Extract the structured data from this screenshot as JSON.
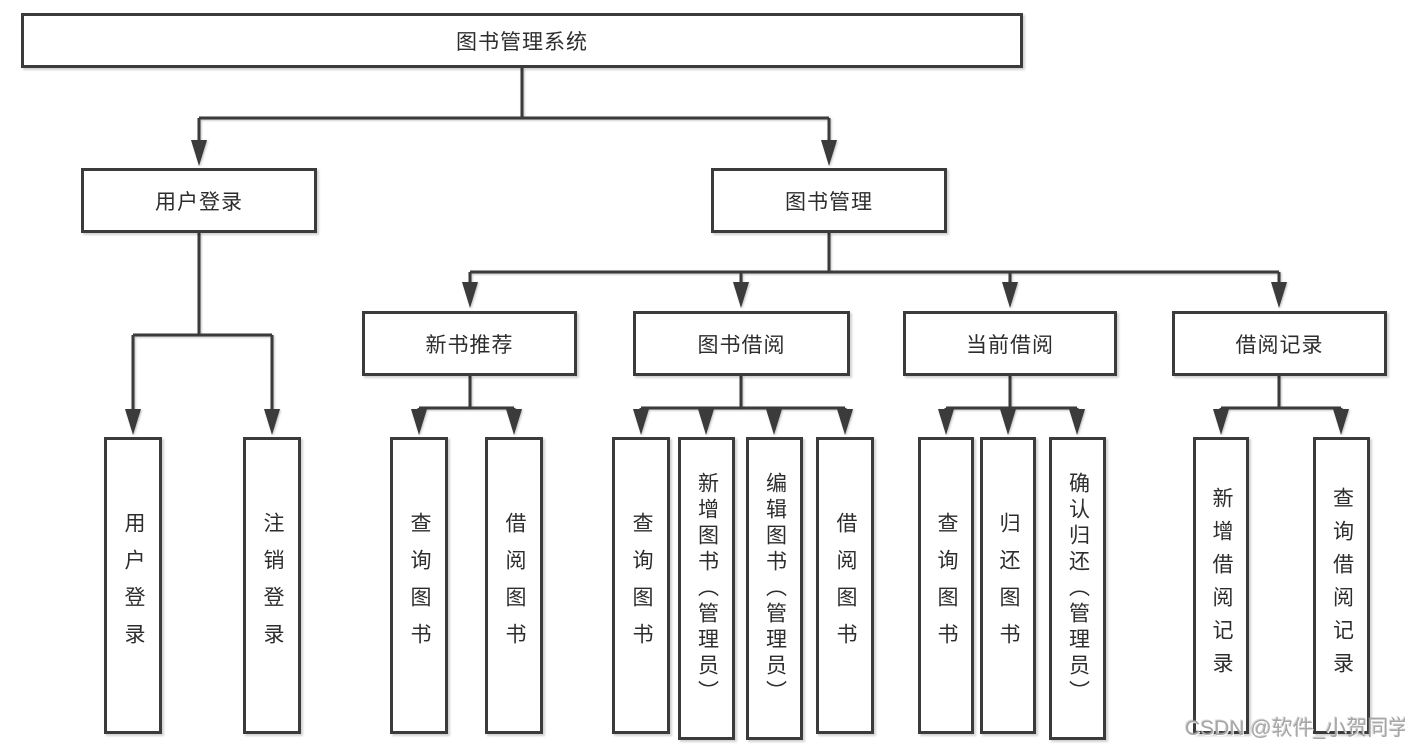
{
  "diagram": {
    "title": "图书管理系统",
    "root": {
      "label": "图书管理系统"
    },
    "level2": [
      {
        "id": "user-login",
        "label": "用户登录"
      },
      {
        "id": "book-management",
        "label": "图书管理"
      }
    ],
    "level3": [
      {
        "id": "new-book-recommend",
        "label": "新书推荐"
      },
      {
        "id": "book-borrowing",
        "label": "图书借阅"
      },
      {
        "id": "current-borrowing",
        "label": "当前借阅"
      },
      {
        "id": "borrowing-records",
        "label": "借阅记录"
      }
    ],
    "leaves": [
      {
        "id": "user-login-leaf",
        "parent": "user-login",
        "label": "用户登录"
      },
      {
        "id": "logout",
        "parent": "user-login",
        "label": "注销登录"
      },
      {
        "id": "query-books-newrec",
        "parent": "new-book-recommend",
        "label": "查询图书"
      },
      {
        "id": "borrow-books-newrec",
        "parent": "new-book-recommend",
        "label": "借阅图书"
      },
      {
        "id": "query-books-borrow",
        "parent": "book-borrowing",
        "label": "查询图书"
      },
      {
        "id": "add-books-admin",
        "parent": "book-borrowing",
        "label": "新增图书（管理员）"
      },
      {
        "id": "edit-books-admin",
        "parent": "book-borrowing",
        "label": "编辑图书（管理员）"
      },
      {
        "id": "borrow-books",
        "parent": "book-borrowing",
        "label": "借阅图书"
      },
      {
        "id": "query-books-current",
        "parent": "current-borrowing",
        "label": "查询图书"
      },
      {
        "id": "return-books",
        "parent": "current-borrowing",
        "label": "归还图书"
      },
      {
        "id": "confirm-return-admin",
        "parent": "current-borrowing",
        "label": "确认归还（管理员）"
      },
      {
        "id": "add-borrow-record",
        "parent": "borrowing-records",
        "label": "新增借阅记录"
      },
      {
        "id": "query-borrow-record",
        "parent": "borrowing-records",
        "label": "查询借阅记录"
      }
    ]
  },
  "watermark": {
    "text": "CSDN @软件_小贺同学"
  },
  "colors": {
    "background": "#ffffff",
    "line": "#3b3b3b",
    "box_border": "#3b3b3b",
    "text": "#2d2d2d",
    "watermark": "#a6a6a6"
  }
}
